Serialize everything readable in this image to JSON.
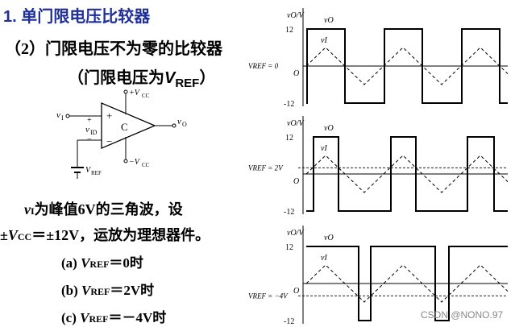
{
  "heading": "1. 单门限电压比较器",
  "subheading": "（2）门限电压不为零的比较器",
  "subnote": {
    "prefix": "（门限电压为",
    "var": "V",
    "sub": "REF",
    "suffix": "）"
  },
  "circuit": {
    "vi": "v",
    "vi_sub": "I",
    "vid": "v",
    "vid_sub": "ID",
    "plus": "+",
    "minus": "−",
    "block": "C",
    "vo": "v",
    "vo_sub": "O",
    "vcc_pos": "+V",
    "vcc_neg": "−V",
    "cc": "CC",
    "vref": "V",
    "vref_sub": "REF"
  },
  "description": {
    "line1_var": "v",
    "line1_sub": "I",
    "line1_text": "为峰值6V的三角波，设",
    "line2_pre": "±V",
    "line2_sub": "CC",
    "line2_text": "＝±12V，运放为理想器件。"
  },
  "cases": [
    {
      "label": "(a) ",
      "var": "V",
      "sub": "REF",
      "value": "＝0时"
    },
    {
      "label": "(b) ",
      "var": "V",
      "sub": "REF",
      "value": "＝2V时"
    },
    {
      "label": "(c) ",
      "var": "V",
      "sub": "REF",
      "value": "＝－4V时"
    }
  ],
  "plots": [
    {
      "ylabel": "vO/V",
      "vo_label": "vO",
      "vi_label": "vI",
      "vref_label": "VREF = 0",
      "origin": "O",
      "top_tick": "12",
      "bottom_tick": "-12",
      "vref": 0
    },
    {
      "ylabel": "vO/V",
      "vo_label": "vO",
      "vi_label": "vI",
      "vref_label": "VREF = 2V",
      "origin": "O",
      "top_tick": "12",
      "bottom_tick": "-12",
      "vref": 2
    },
    {
      "ylabel": "vO/V",
      "vo_label": "vO",
      "vi_label": "vI",
      "vref_label": "VREF = −4V",
      "origin": "O",
      "top_tick": "12",
      "bottom_tick": "-12",
      "vref": -4
    }
  ],
  "watermark": "CSDN @NONO.97"
}
